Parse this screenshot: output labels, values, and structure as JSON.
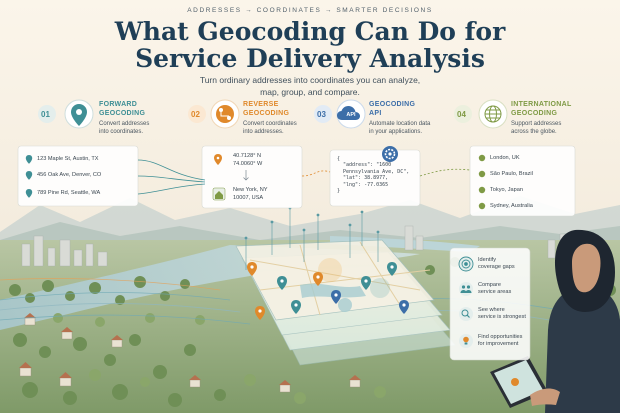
{
  "header": {
    "kicker": "ADDRESSES  →  COORDINATES  →  SMARTER DECISIONS",
    "title_line1": "What Geocoding Can Do for",
    "title_line2": "Service Delivery Analysis",
    "subtitle_line1": "Turn ordinary addresses into coordinates you can analyze,",
    "subtitle_line2": "map, group, and compare."
  },
  "steps": [
    {
      "number": "01",
      "title_line1": "FORWARD",
      "title_line2": "GEOCODING",
      "desc_line1": "Convert addresses",
      "desc_line2": "into coordinates.",
      "color": "#3f8f95",
      "icon": "map-pin-icon"
    },
    {
      "number": "02",
      "title_line1": "REVERSE",
      "title_line2": "GEOCODING",
      "desc_line1": "Convert coordinates",
      "desc_line2": "into addresses.",
      "color": "#e0892b",
      "icon": "route-icon"
    },
    {
      "number": "03",
      "title_line1": "GEOCODING",
      "title_line2": "API",
      "desc_line1": "Automate location data",
      "desc_line2": "in your applications.",
      "color": "#3c6ea8",
      "icon": "api-cloud-icon",
      "icon_label": "API"
    },
    {
      "number": "04",
      "title_line1": "INTERNATIONAL",
      "title_line2": "GEOCODING",
      "desc_line1": "Support addresses",
      "desc_line2": "across the globe.",
      "color": "#7f9a45",
      "icon": "globe-icon"
    }
  ],
  "forward_addresses": [
    "123 Maple St, Austin, TX",
    "456 Oak Ave, Denver, CO",
    "789 Pine Rd, Seattle, WA"
  ],
  "reverse": {
    "lat": "40.7128° N",
    "lng": "74.0060° W",
    "city": "New York, NY",
    "zip": "10007, USA"
  },
  "api_code": [
    "{",
    "  \"address\": \"1600",
    "  Pennsylvania Ave, DC\",",
    "  \"lat\": 38.8977,",
    "  \"lng\": -77.0365",
    "}"
  ],
  "locations": [
    "London, UK",
    "São Paulo, Brazil",
    "Tokyo, Japan",
    "Sydney, Australia"
  ],
  "benefits": [
    {
      "line1": "Identify",
      "line2": "coverage gaps",
      "icon": "target-icon"
    },
    {
      "line1": "Compare",
      "line2": "service areas",
      "icon": "people-icon"
    },
    {
      "line1": "See where",
      "line2": "service is strongest",
      "icon": "magnifier-icon"
    },
    {
      "line1": "Find opportunities",
      "line2": "for improvement",
      "icon": "lightbulb-icon"
    }
  ]
}
